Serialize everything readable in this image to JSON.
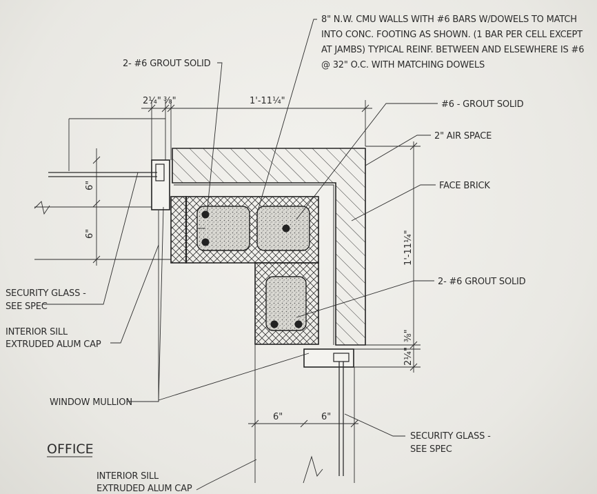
{
  "notes": {
    "cmu_line1": "8\" N.W. CMU WALLS WITH #6 BARS W/DOWELS TO MATCH",
    "cmu_line2": "INTO CONC. FOOTING AS SHOWN. (1 BAR PER CELL EXCEPT",
    "cmu_line3": "AT JAMBS) TYPICAL REINF. BETWEEN AND ELSEWHERE IS #6",
    "cmu_line4": "@ 32\" O.C. WITH MATCHING DOWELS",
    "grout_top": "2- #6 GROUT SOLID",
    "grout_single": "#6 - GROUT SOLID",
    "air_space": "2\" AIR SPACE",
    "face_brick": "FACE BRICK",
    "grout_right": "2- #6 GROUT SOLID",
    "sec_glass_left_1": "SECURITY GLASS -",
    "sec_glass_left_2": "SEE SPEC",
    "sill_left_1": "INTERIOR SILL",
    "sill_left_2": "EXTRUDED ALUM CAP",
    "mullion": "WINDOW MULLION",
    "sec_glass_right_1": "SECURITY GLASS -",
    "sec_glass_right_2": "SEE SPEC",
    "sill_bottom_1": "INTERIOR SILL",
    "sill_bottom_2": "EXTRUDED ALUM CAP",
    "room": "OFFICE"
  },
  "dims": {
    "top_small_a": "2¼\"",
    "top_small_b": "⅜\"",
    "top_long": "1'-11¼\"",
    "left_upper": "6\"",
    "left_lower": "6\"",
    "right_vert": "1'-11¼\"",
    "right_small_a": "⅜\"",
    "right_small_b": "2¼\"",
    "bottom_a": "6\"",
    "bottom_b": "6\""
  }
}
